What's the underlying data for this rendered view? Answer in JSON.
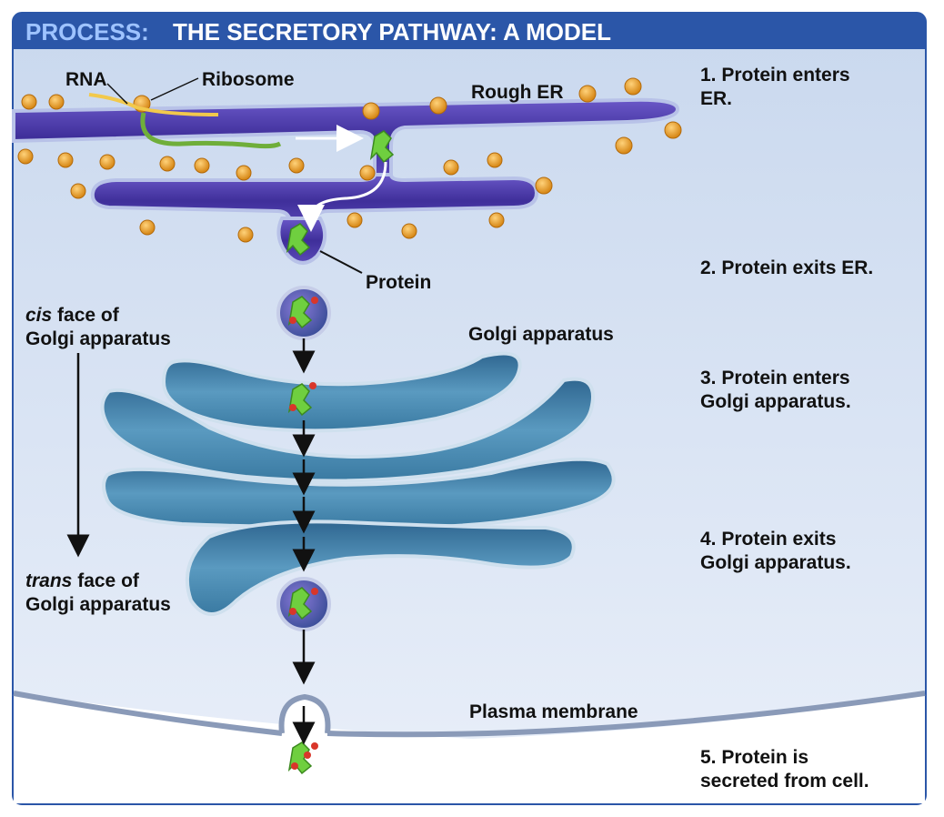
{
  "title": {
    "prefix": "PROCESS:",
    "main": "THE SECRETORY PATHWAY: A MODEL"
  },
  "labels": {
    "rna": "RNA",
    "ribosome": "Ribosome",
    "rough_er": "Rough ER",
    "protein": "Protein",
    "golgi_apparatus": "Golgi apparatus",
    "cis_italic": "cis",
    "cis_rest": "face of",
    "cis_line2": "Golgi apparatus",
    "trans_italic": "trans",
    "trans_rest": "face of",
    "trans_line2": "Golgi apparatus",
    "plasma_membrane": "Plasma membrane"
  },
  "steps": [
    {
      "line1": "1. Protein enters",
      "line2": "ER."
    },
    {
      "line1": "2. Protein exits ER."
    },
    {
      "line1": "3. Protein enters",
      "line2": "Golgi apparatus."
    },
    {
      "line1": "4. Protein exits",
      "line2": "Golgi apparatus."
    },
    {
      "line1": "5. Protein is",
      "line2_bold": "secreted",
      "line2_rest": "from cell."
    }
  ],
  "colors": {
    "title_bar": "#2b56a8",
    "er": "#4b3aa6",
    "golgi": "#3f7ea6",
    "ribosome": "#f0a030",
    "protein": "#6fcf3f",
    "background": "#dbe6f5"
  }
}
